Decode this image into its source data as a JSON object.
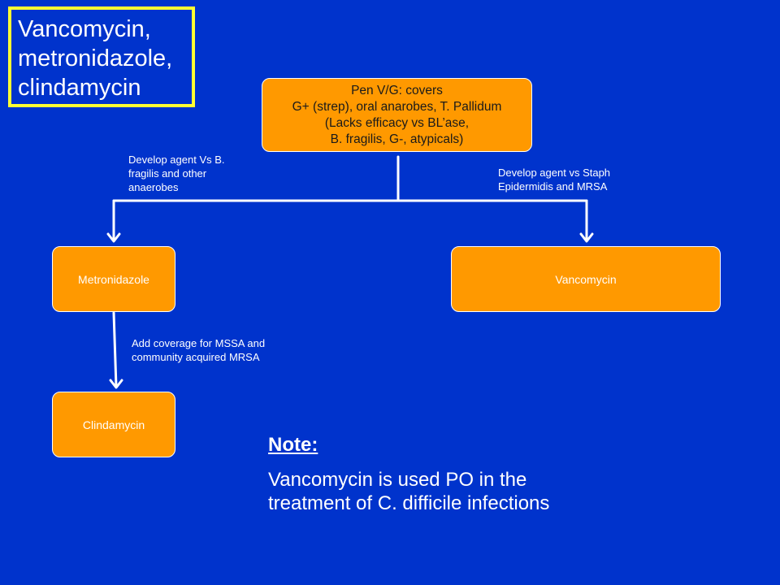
{
  "title": {
    "lines": [
      "Vancomycin,",
      "metronidazole,",
      "clindamycin"
    ]
  },
  "nodes": {
    "root": {
      "lines": [
        "Pen V/G: covers",
        "G+ (strep), oral anarobes, T. Pallidum",
        "(Lacks efficacy vs BL’ase,",
        "B. fragilis, G-, atypicals)"
      ]
    },
    "metronidazole": "Metronidazole",
    "vancomycin": "Vancomycin",
    "clindamycin": "Clindamycin"
  },
  "edge_labels": {
    "left": [
      "Develop agent Vs B.",
      "fragilis and other",
      "anaerobes"
    ],
    "right": [
      "Develop agent vs Staph",
      "Epidermidis and MRSA"
    ],
    "bottom": [
      "Add coverage for MSSA and",
      "community acquired MRSA"
    ]
  },
  "note": {
    "heading": "Note:",
    "body_lines": [
      "Vancomycin is used PO in the",
      "treatment of C. difficile infections"
    ]
  },
  "colors": {
    "background": "#0033cc",
    "node_fill": "#ff9900",
    "title_border": "#ffff33",
    "text": "#ffffff"
  }
}
